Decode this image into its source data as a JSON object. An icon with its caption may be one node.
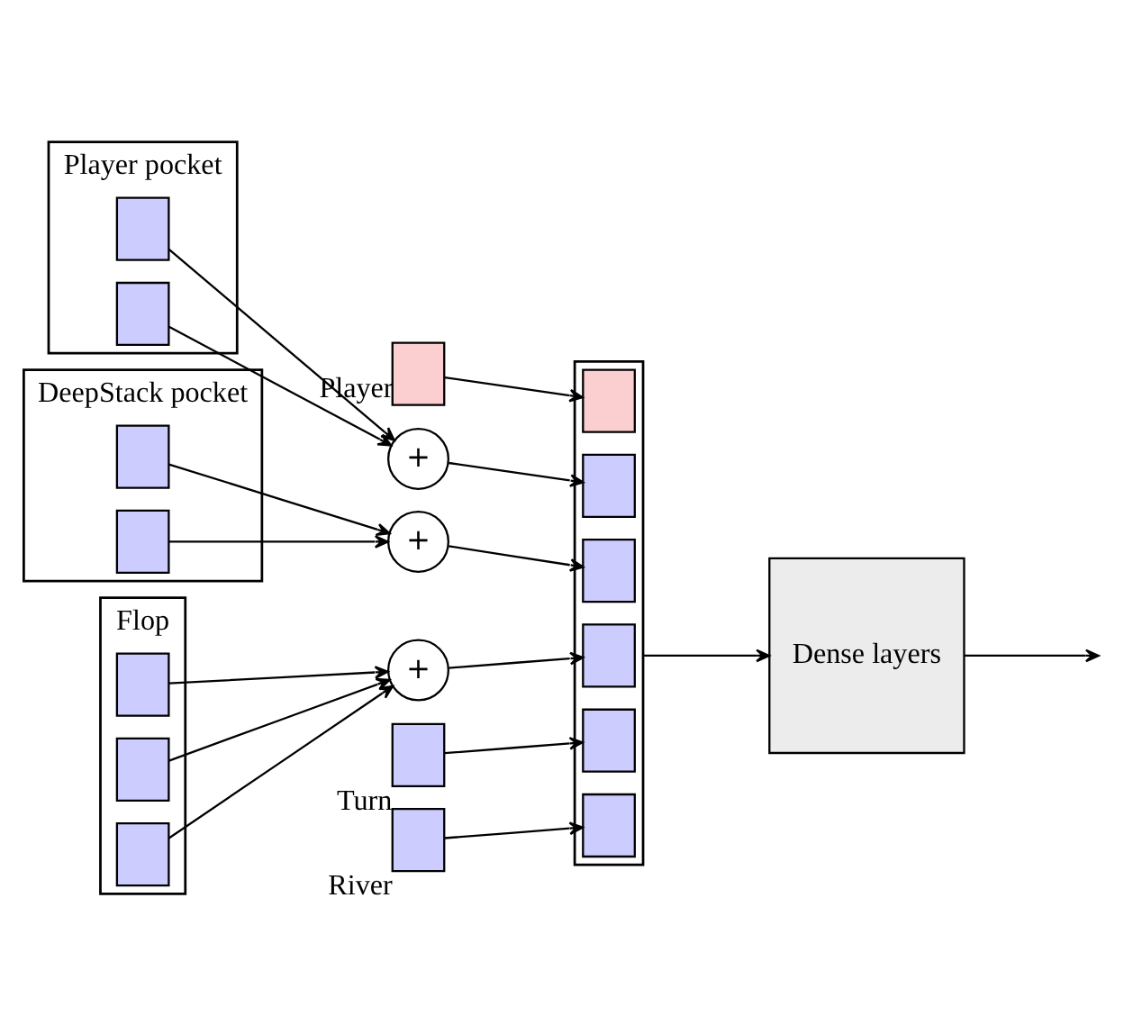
{
  "diagram": {
    "nodes": [
      {
        "text": [],
        "shape": "box",
        "beside": [
          "Player"
        ]
      },
      {
        "text": [],
        "shape": "bar",
        "beside": [
          "Player pocket"
        ]
      },
      {
        "text": [],
        "shape": "box",
        "in": 1
      },
      {
        "text": [],
        "shape": "box",
        "in": 1
      },
      {
        "text": [
          "+"
        ]
      },
      {
        "text": [],
        "shape": "bar",
        "beside": [
          "DeepStack pocket"
        ]
      },
      {
        "text": [],
        "shape": "box",
        "in": 5
      },
      {
        "text": [],
        "shape": "box",
        "in": 5
      },
      {
        "text": [
          "+"
        ]
      },
      {
        "text": [],
        "shape": "bar",
        "beside": [
          "Flop"
        ]
      },
      {
        "text": [],
        "shape": "box",
        "in": 9
      },
      {
        "text": [],
        "shape": "box",
        "in": 9
      },
      {
        "text": [],
        "shape": "box",
        "in": 9
      },
      {
        "text": [
          "+"
        ]
      },
      {
        "text": [],
        "shape": "box",
        "beside": [
          "Turn"
        ]
      },
      {
        "text": [],
        "shape": "box",
        "beside": [
          "River"
        ]
      },
      {
        "text": [],
        "shape": "bar"
      },
      {
        "text": [],
        "shape": "box",
        "in": 16
      },
      {
        "text": [],
        "shape": "box",
        "in": 16
      },
      {
        "text": [],
        "shape": "box",
        "in": 16
      },
      {
        "text": [],
        "shape": "box",
        "in": 16
      },
      {
        "text": [],
        "shape": "box",
        "in": 16
      },
      {
        "text": [],
        "shape": "box",
        "in": 16
      },
      {
        "text": [
          "Dense layers"
        ]
      }
    ],
    "edges": [
      {
        "from": 0,
        "to": 17,
        "arrow": "to"
      },
      {
        "from": 2,
        "to": 4,
        "arrow": "to"
      },
      {
        "from": 3,
        "to": 4,
        "arrow": "to"
      },
      {
        "from": 4,
        "to": 18,
        "arrow": "to"
      },
      {
        "from": 6,
        "to": 8,
        "arrow": "to"
      },
      {
        "from": 7,
        "to": 8,
        "arrow": "to"
      },
      {
        "from": 8,
        "to": 19,
        "arrow": "to"
      },
      {
        "from": 10,
        "to": 13,
        "arrow": "to"
      },
      {
        "from": 11,
        "to": 13,
        "arrow": "to"
      },
      {
        "from": 12,
        "to": 13,
        "arrow": "to"
      },
      {
        "from": 13,
        "to": 20,
        "arrow": "to"
      },
      {
        "from": 14,
        "to": 21,
        "arrow": "to"
      },
      {
        "from": 15,
        "to": 22,
        "arrow": "to"
      },
      {
        "from": 16,
        "to": 23,
        "arrow": "to"
      },
      {
        "from": 23,
        "to": null,
        "arrow": "to"
      }
    ]
  }
}
